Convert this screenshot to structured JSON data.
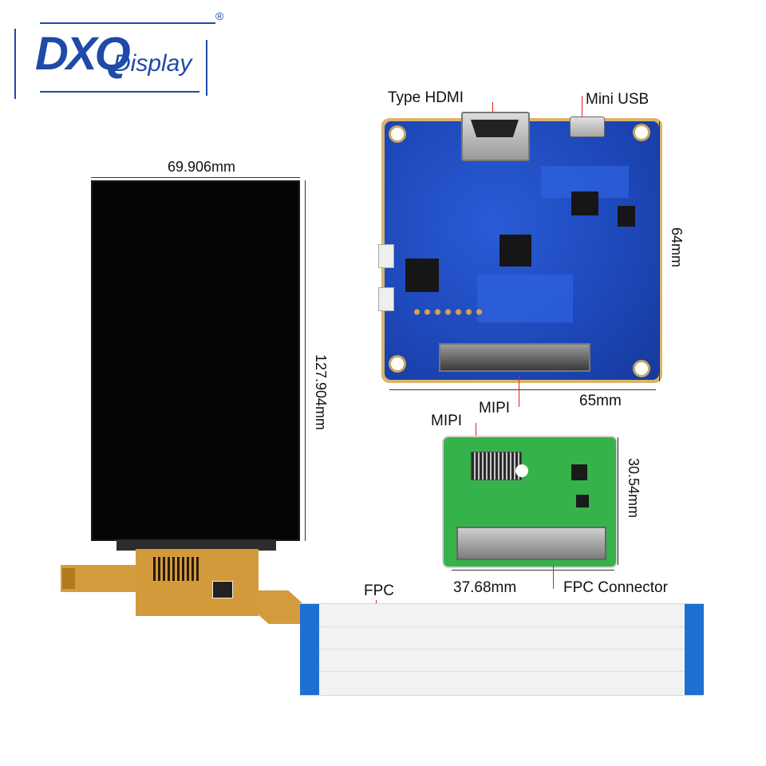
{
  "logo": {
    "brand_main": "DXQ",
    "brand_sub": "Display",
    "registered": "®",
    "color": "#1e4aa8"
  },
  "labels": {
    "lcd_width": "69.906mm",
    "lcd_height": "127.904mm",
    "type_hdmi": "Type HDMI",
    "mini_usb": "Mini USB",
    "board_height": "64mm",
    "board_width": "65mm",
    "mipi_board": "MIPI",
    "mipi_adapter": "MIPI",
    "adapter_height": "30.54mm",
    "adapter_width": "37.68mm",
    "fpc_connector": "FPC Connector",
    "fpc": "FPC"
  },
  "colors": {
    "pcb_blue": "#1d47b8",
    "adapter_green": "#36b24b",
    "flex_orange": "#d39a3c",
    "fpc_blue": "#1d6fd0"
  }
}
